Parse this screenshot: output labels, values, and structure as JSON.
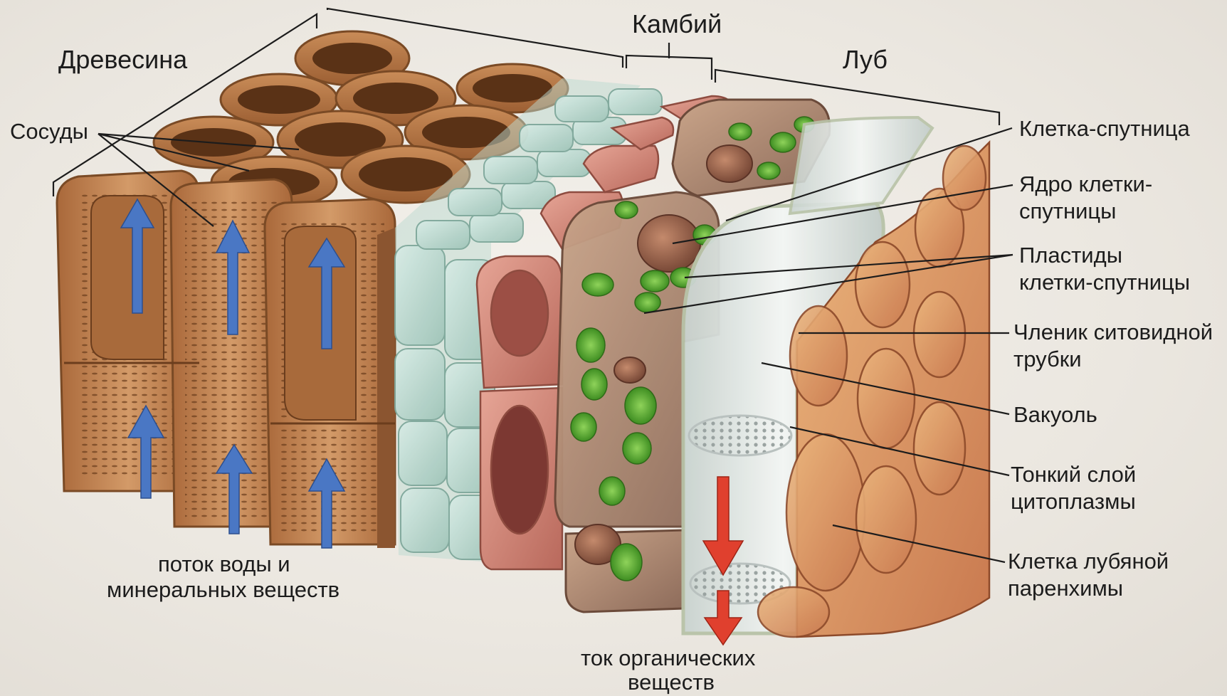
{
  "headers": {
    "wood": "Древесина",
    "cambium": "Камбий",
    "phloem": "Луб"
  },
  "labels": {
    "vessels": "Сосуды",
    "companion_cell": "Клетка-спутница",
    "companion_nucleus_1": "Ядро клетки-",
    "companion_nucleus_2": "спутницы",
    "companion_plastids_1": "Пластиды",
    "companion_plastids_2": "клетки-спутницы",
    "sieve_tube_1": "Членик ситовидной",
    "sieve_tube_2": "трубки",
    "vacuole": "Вакуоль",
    "cytoplasm_1": "Тонкий слой",
    "cytoplasm_2": "цитоплазмы",
    "parenchyma_1": "Клетка лубяной",
    "parenchyma_2": "паренхимы",
    "water_flow_1": "поток воды и",
    "water_flow_2": "минеральных веществ",
    "organic_flow_1": "ток органических",
    "organic_flow_2": "веществ"
  },
  "colors": {
    "wood": "#b97a4a",
    "cambium": "#a9cdc2",
    "phloem_parenchyma": "#d98a76",
    "companion_cytoplasm": "#b38e7a",
    "plastid": "#5fae3a",
    "sieve_tube": "#d9e4e4",
    "water_arrow": "#4a77c4",
    "organic_arrow": "#e0402e"
  }
}
